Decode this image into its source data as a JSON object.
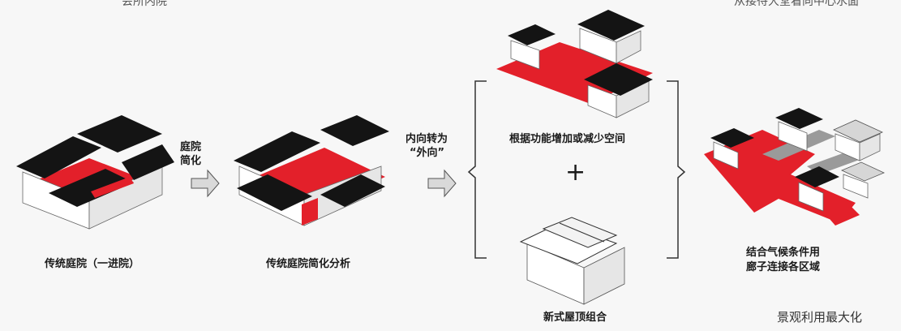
{
  "top_cut_left": "会所内院",
  "top_cut_right": "从接待大堂看向中心水面",
  "labels": {
    "traditional_courtyard": "传统庭院（一进院）",
    "simplify_line1": "庭院",
    "simplify_line2": "简化",
    "simplified_analysis": "传统庭院简化分析",
    "inward_line1": "内向转为",
    "inward_line2": "“外向”",
    "adjust_space": "根据功能增加或减少空间",
    "plus": "+",
    "new_roof": "新式屋顶组合",
    "climate_line1": "结合气候条件用",
    "climate_line2": "廊子连接各区域",
    "bottom_caption": "景观利用最大化"
  },
  "colors": {
    "roof": "#141414",
    "wall": "#ffffff",
    "wall_shadow": "#dcdcdc",
    "courtyard": "#e3202a",
    "arrow": "#d9d9d9"
  }
}
